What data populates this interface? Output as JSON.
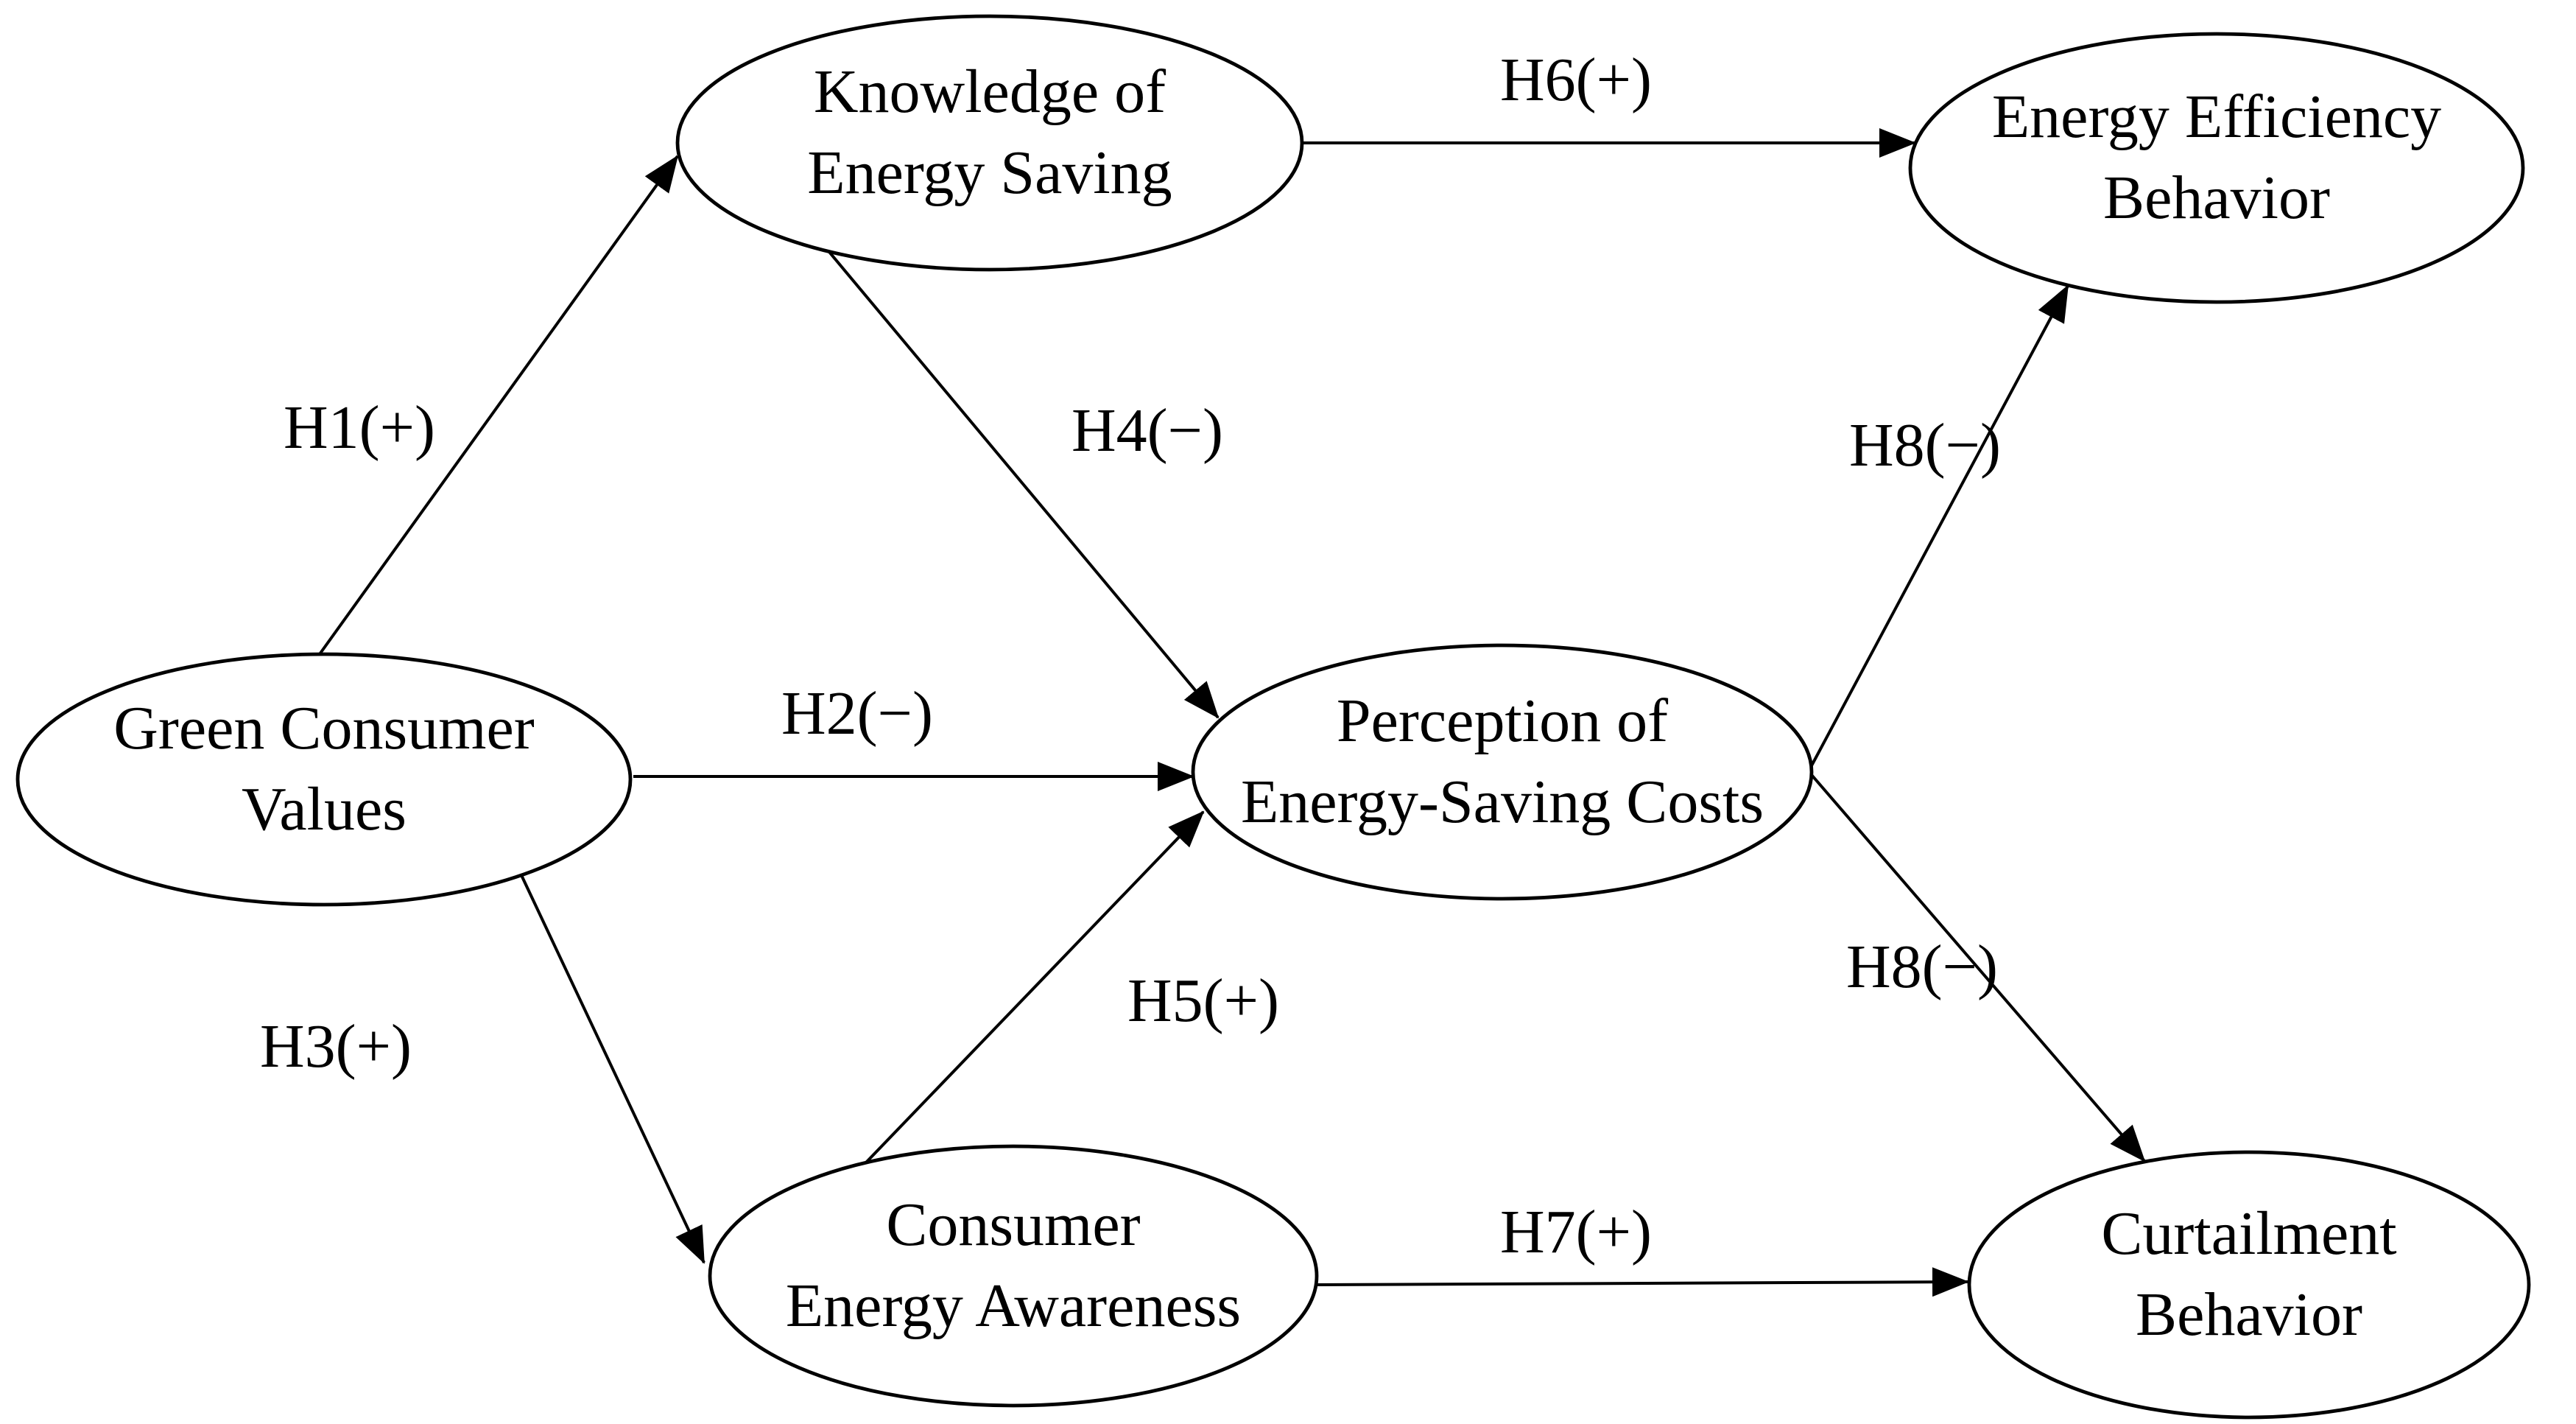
{
  "diagram": {
    "type": "hypothesis-path-model",
    "colors": {
      "line": "#000000",
      "text": "#000000",
      "node_fill": "#ffffff",
      "background": "#ffffff"
    },
    "nodes": [
      {
        "id": "green-consumer-values",
        "lines": [
          "Green Consumer",
          "Values"
        ]
      },
      {
        "id": "knowledge-of-energy-saving",
        "lines": [
          "Knowledge of",
          "Energy Saving"
        ]
      },
      {
        "id": "consumer-energy-awareness",
        "lines": [
          "Consumer",
          "Energy Awareness"
        ]
      },
      {
        "id": "perception-of-energy-saving-costs",
        "lines": [
          "Perception of",
          "Energy-Saving Costs"
        ]
      },
      {
        "id": "energy-efficiency-behavior",
        "lines": [
          "Energy Efficiency",
          "Behavior"
        ]
      },
      {
        "id": "curtailment-behavior",
        "lines": [
          "Curtailment",
          "Behavior"
        ]
      }
    ],
    "edges": [
      {
        "id": "h1",
        "from": "green-consumer-values",
        "to": "knowledge-of-energy-saving",
        "label": "H1(+)",
        "sign": "+"
      },
      {
        "id": "h2",
        "from": "green-consumer-values",
        "to": "perception-of-energy-saving-costs",
        "label": "H2(−)",
        "sign": "−"
      },
      {
        "id": "h3",
        "from": "green-consumer-values",
        "to": "consumer-energy-awareness",
        "label": "H3(+)",
        "sign": "+"
      },
      {
        "id": "h4",
        "from": "knowledge-of-energy-saving",
        "to": "perception-of-energy-saving-costs",
        "label": "H4(−)",
        "sign": "−"
      },
      {
        "id": "h5",
        "from": "consumer-energy-awareness",
        "to": "perception-of-energy-saving-costs",
        "label": "H5(+)",
        "sign": "+"
      },
      {
        "id": "h6",
        "from": "knowledge-of-energy-saving",
        "to": "energy-efficiency-behavior",
        "label": "H6(+)",
        "sign": "+"
      },
      {
        "id": "h7",
        "from": "consumer-energy-awareness",
        "to": "curtailment-behavior",
        "label": "H7(+)",
        "sign": "+"
      },
      {
        "id": "h8-top",
        "from": "perception-of-energy-saving-costs",
        "to": "energy-efficiency-behavior",
        "label": "H8(−)",
        "sign": "−"
      },
      {
        "id": "h8-bottom",
        "from": "perception-of-energy-saving-costs",
        "to": "curtailment-behavior",
        "label": "H8(−)",
        "sign": "−"
      }
    ]
  }
}
